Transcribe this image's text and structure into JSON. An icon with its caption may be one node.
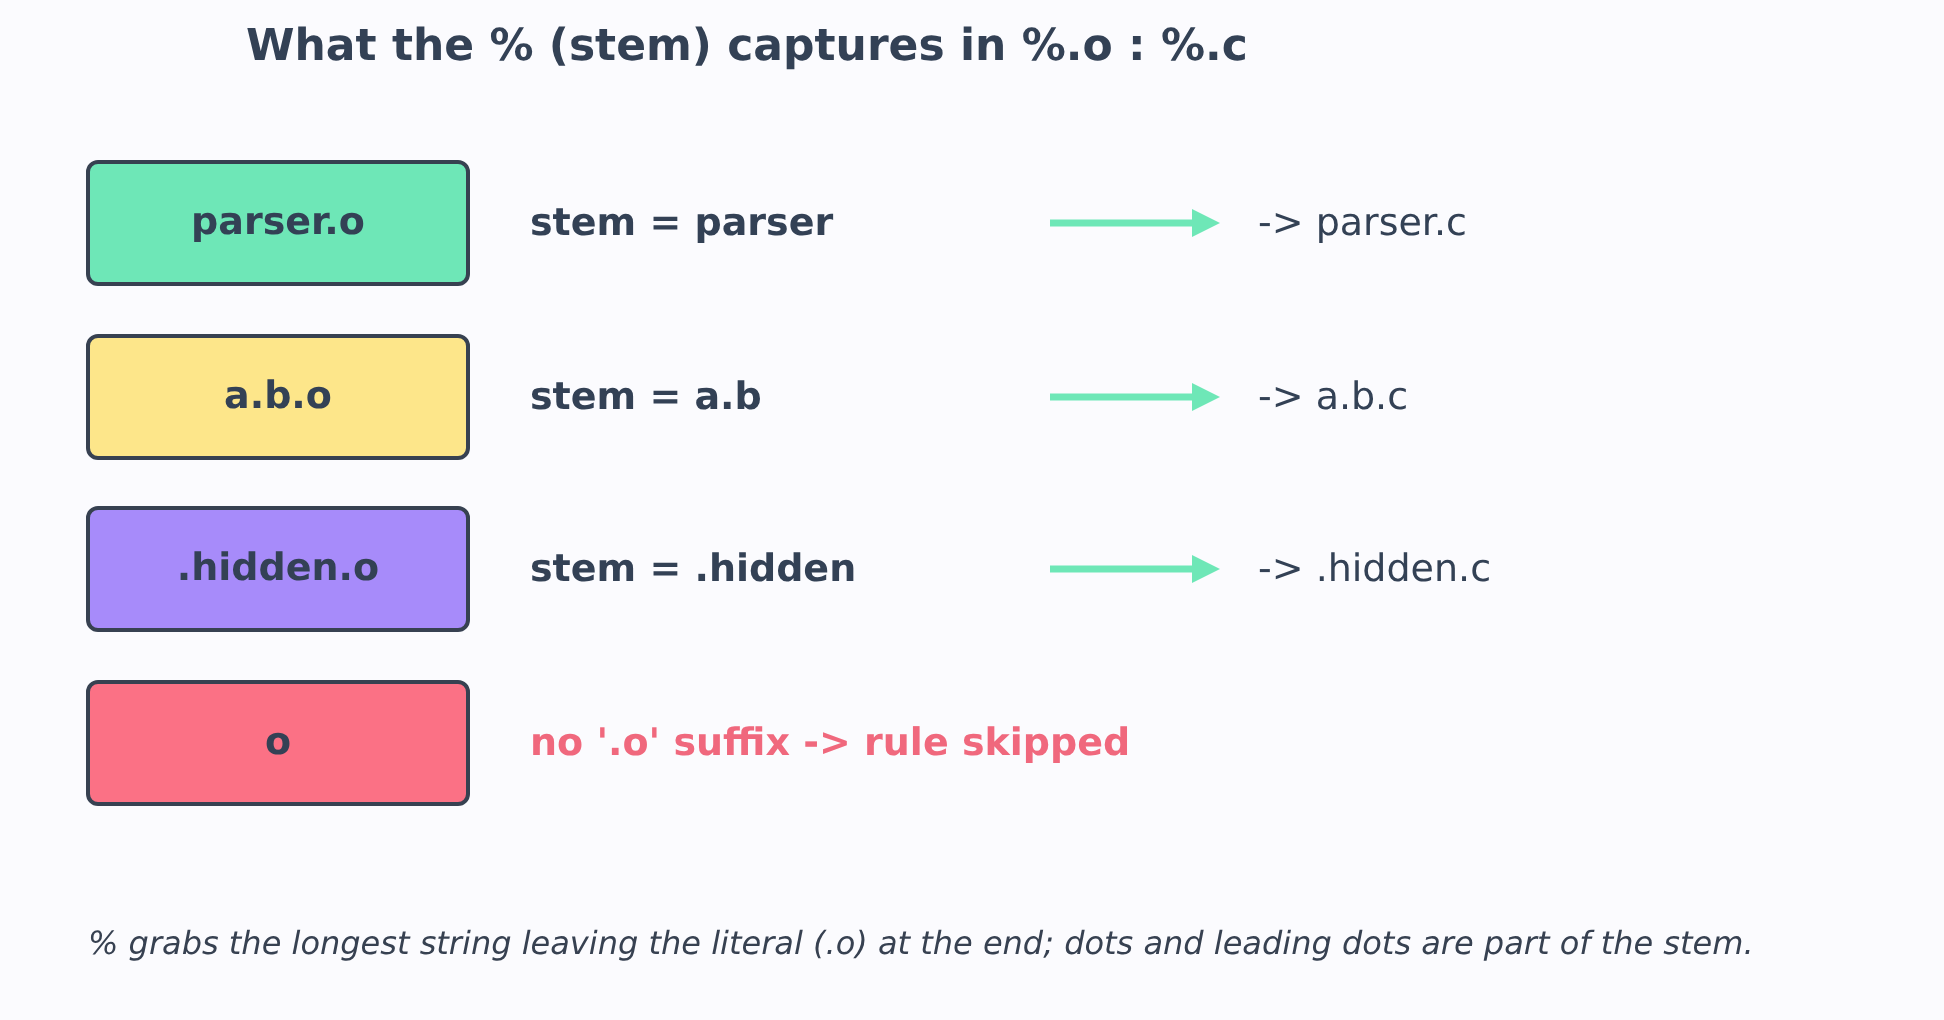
{
  "diagram": {
    "title": "What the % (stem) captures in %.o : %.c",
    "nodes": [
      {
        "text": [
          "parser.o"
        ]
      },
      {
        "text": [
          "stem = parser"
        ]
      },
      {
        "text": [
          "-> parser.c"
        ]
      },
      {
        "text": [
          "a.b.o"
        ]
      },
      {
        "text": [
          "stem = a.b"
        ]
      },
      {
        "text": [
          "-> a.b.c"
        ]
      },
      {
        "text": [
          ".hidden.o"
        ]
      },
      {
        "text": [
          "stem = .hidden"
        ]
      },
      {
        "text": [
          "-> .hidden.c"
        ]
      },
      {
        "text": [
          "o"
        ]
      }
    ],
    "edges": [
      {
        "from": null,
        "to": 2,
        "arrow": "to"
      },
      {
        "from": null,
        "to": 5,
        "arrow": "to"
      },
      {
        "from": null,
        "to": 8,
        "arrow": "to"
      }
    ],
    "labels": [
      "no '.o' suffix -> rule skipped"
    ],
    "caption": "% grabs the longest string leaving the literal (.o) at the end; dots and leading dots are part of the stem."
  }
}
